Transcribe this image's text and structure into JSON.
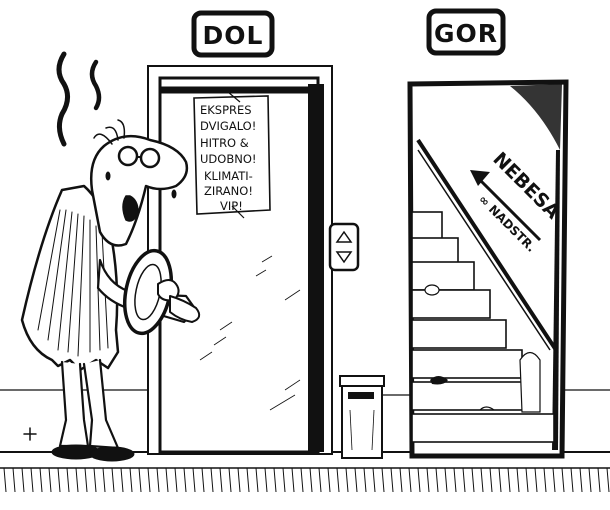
{
  "signs": {
    "down_label": "DOL",
    "up_label": "GOR"
  },
  "elevator_notice": {
    "lines": [
      "EKSPRES",
      "DVIGALO!",
      "HITRO &",
      "UDOBNO!",
      "KLIMATI-",
      "ZIRANO!",
      "VIP!"
    ]
  },
  "staircase": {
    "arrow_label": "NEBESA",
    "floor_label": "∞ NADSTR."
  },
  "colors": {
    "ink": "#111111",
    "paper": "#ffffff"
  }
}
